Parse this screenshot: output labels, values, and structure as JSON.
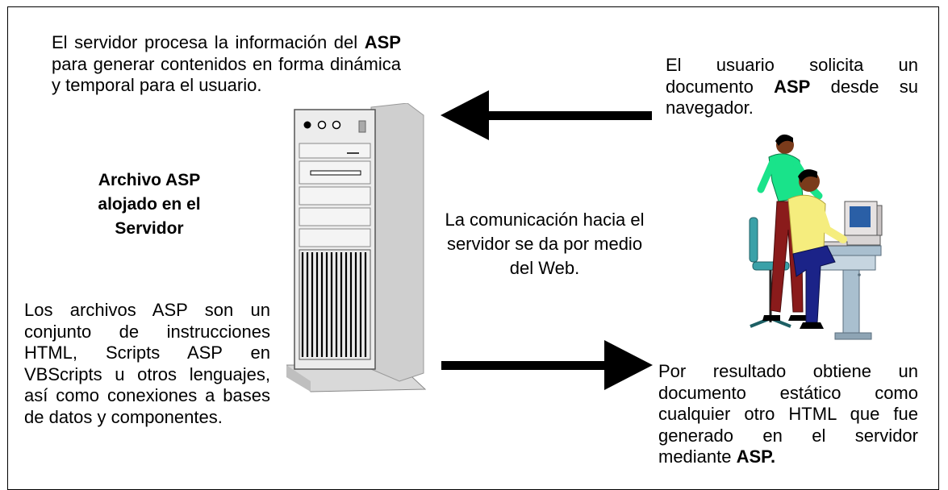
{
  "top_left": {
    "before": "El servidor procesa la información del ",
    "keyword": "ASP",
    "after": " para generar contenidos en forma dinámica y temporal para el usuario."
  },
  "server_label": "Archivo ASP alojado en el Servidor",
  "bottom_left": "Los archivos ASP son un conjunto de instrucciones HTML, Scripts ASP en VBScripts u otros lenguajes, así como conexiones a bases de datos y componentes.",
  "center_text": "La comunicación hacia el servidor se da por medio del Web.",
  "top_right": {
    "before": "El usuario solicita un documento ",
    "keyword": "ASP",
    "after": " desde su navegador."
  },
  "bottom_right": {
    "before": "Por resultado obtiene un documento estático como cualquier otro HTML que fue generado en el servidor mediante ",
    "keyword": "ASP."
  },
  "colors": {
    "arrow": "#000000",
    "woman_shirt": "#19e38a",
    "man_shirt": "#f5ed7e",
    "pants": "#1b2388",
    "woman_pants": "#8a1b1b",
    "furniture": "#a9bfcf"
  },
  "icons": [
    "server-tower-icon",
    "users-at-computer-icon",
    "arrow-left-icon",
    "arrow-right-icon"
  ]
}
